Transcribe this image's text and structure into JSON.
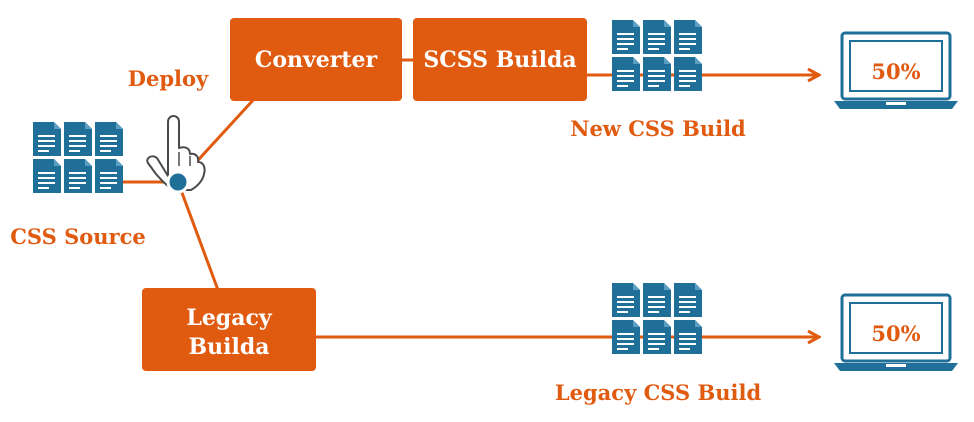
{
  "nodes": {
    "css_source": "CSS Source",
    "deploy": "Deploy",
    "converter": "Converter",
    "scss_builda": "SCSS Builda",
    "legacy_builda_line1": "Legacy",
    "legacy_builda_line2": "Builda",
    "new_css_build": "New CSS Build",
    "legacy_css_build": "Legacy CSS Build"
  },
  "outputs": {
    "new_percent": "50%",
    "legacy_percent": "50%"
  },
  "colors": {
    "orange": "#e05a0f",
    "doc_blue": "#1f6f99",
    "white": "#ffffff"
  },
  "icons": {
    "file_stack": "document-stack-icon",
    "hand": "pointing-hand-icon",
    "laptop": "laptop-icon",
    "switch": "junction-dot-icon"
  }
}
